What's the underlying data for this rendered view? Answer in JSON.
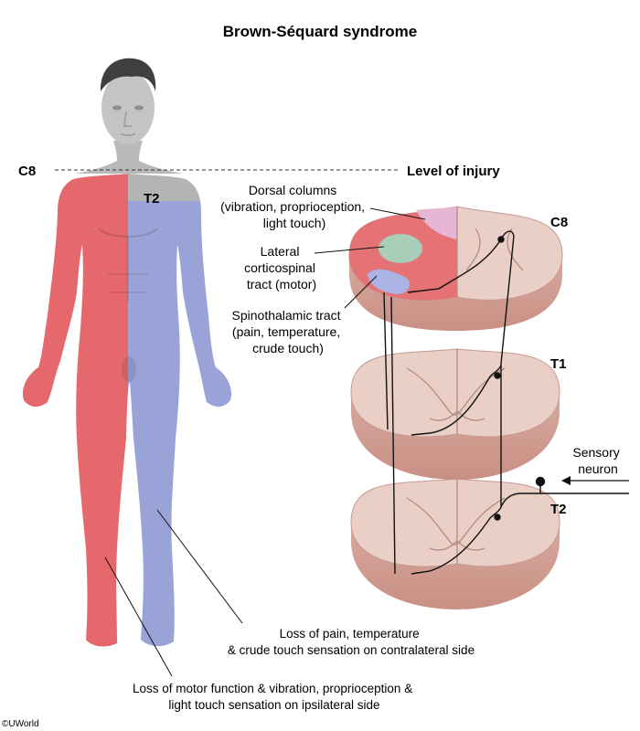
{
  "title": "Brown-Séquard syndrome",
  "levels": {
    "body_c8": "C8",
    "body_t2": "T2",
    "level_of_injury": "Level of injury",
    "section_c8": "C8",
    "section_t1": "T1",
    "section_t2": "T2"
  },
  "tracts": {
    "dorsal_columns": [
      "Dorsal columns",
      "(vibration, proprioception,",
      "light touch)"
    ],
    "lateral_corticospinal": [
      "Lateral",
      "corticospinal",
      "tract (motor)"
    ],
    "spinothalamic": [
      "Spinothalamic tract",
      "(pain, temperature,",
      "crude touch)"
    ]
  },
  "sensory_neuron": [
    "Sensory",
    "neuron"
  ],
  "captions": {
    "contralateral": [
      "Loss of pain, temperature",
      "& crude touch sensation on contralateral side"
    ],
    "ipsilateral": [
      "Loss of motor function & vibration, proprioception &",
      "light touch sensation on ipsilateral side"
    ]
  },
  "copyright": "©UWorld",
  "colors": {
    "ipsilateral_loss": "#e4686c",
    "contralateral_loss": "#9aa3d8",
    "spinal_section": "#e9cfc6",
    "dorsal_column_lesion": "#e6b6d4",
    "corticospinal_lesion": "#a8cdb8",
    "spinothalamic_lesion": "#aab3e4"
  }
}
